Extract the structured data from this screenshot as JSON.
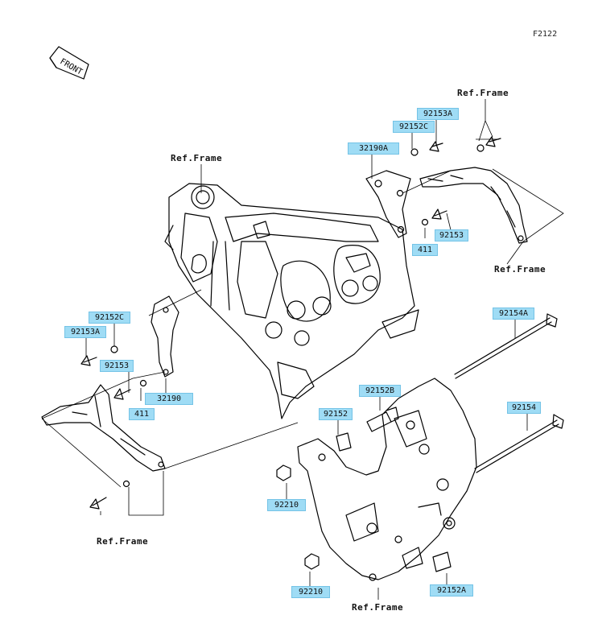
{
  "figure_code": "F2122",
  "front_label": "FRONT",
  "colors": {
    "tag_fill": "#9fdcf5",
    "tag_border": "#74c3e6",
    "line": "#000000"
  },
  "ref_frame": "Ref.Frame",
  "parts": {
    "p92153A_top": "92153A",
    "p92152C_top": "92152C",
    "p32190A": "32190A",
    "p411_top": "411",
    "p92153_top": "92153",
    "p92152C_left": "92152C",
    "p92153A_left": "92153A",
    "p92153_left": "92153",
    "p32190": "32190",
    "p411_left": "411",
    "p92154A": "92154A",
    "p92152B": "92152B",
    "p92152": "92152",
    "p92154": "92154",
    "p92210_mid": "92210",
    "p92210_bottom": "92210",
    "p92152A": "92152A"
  }
}
